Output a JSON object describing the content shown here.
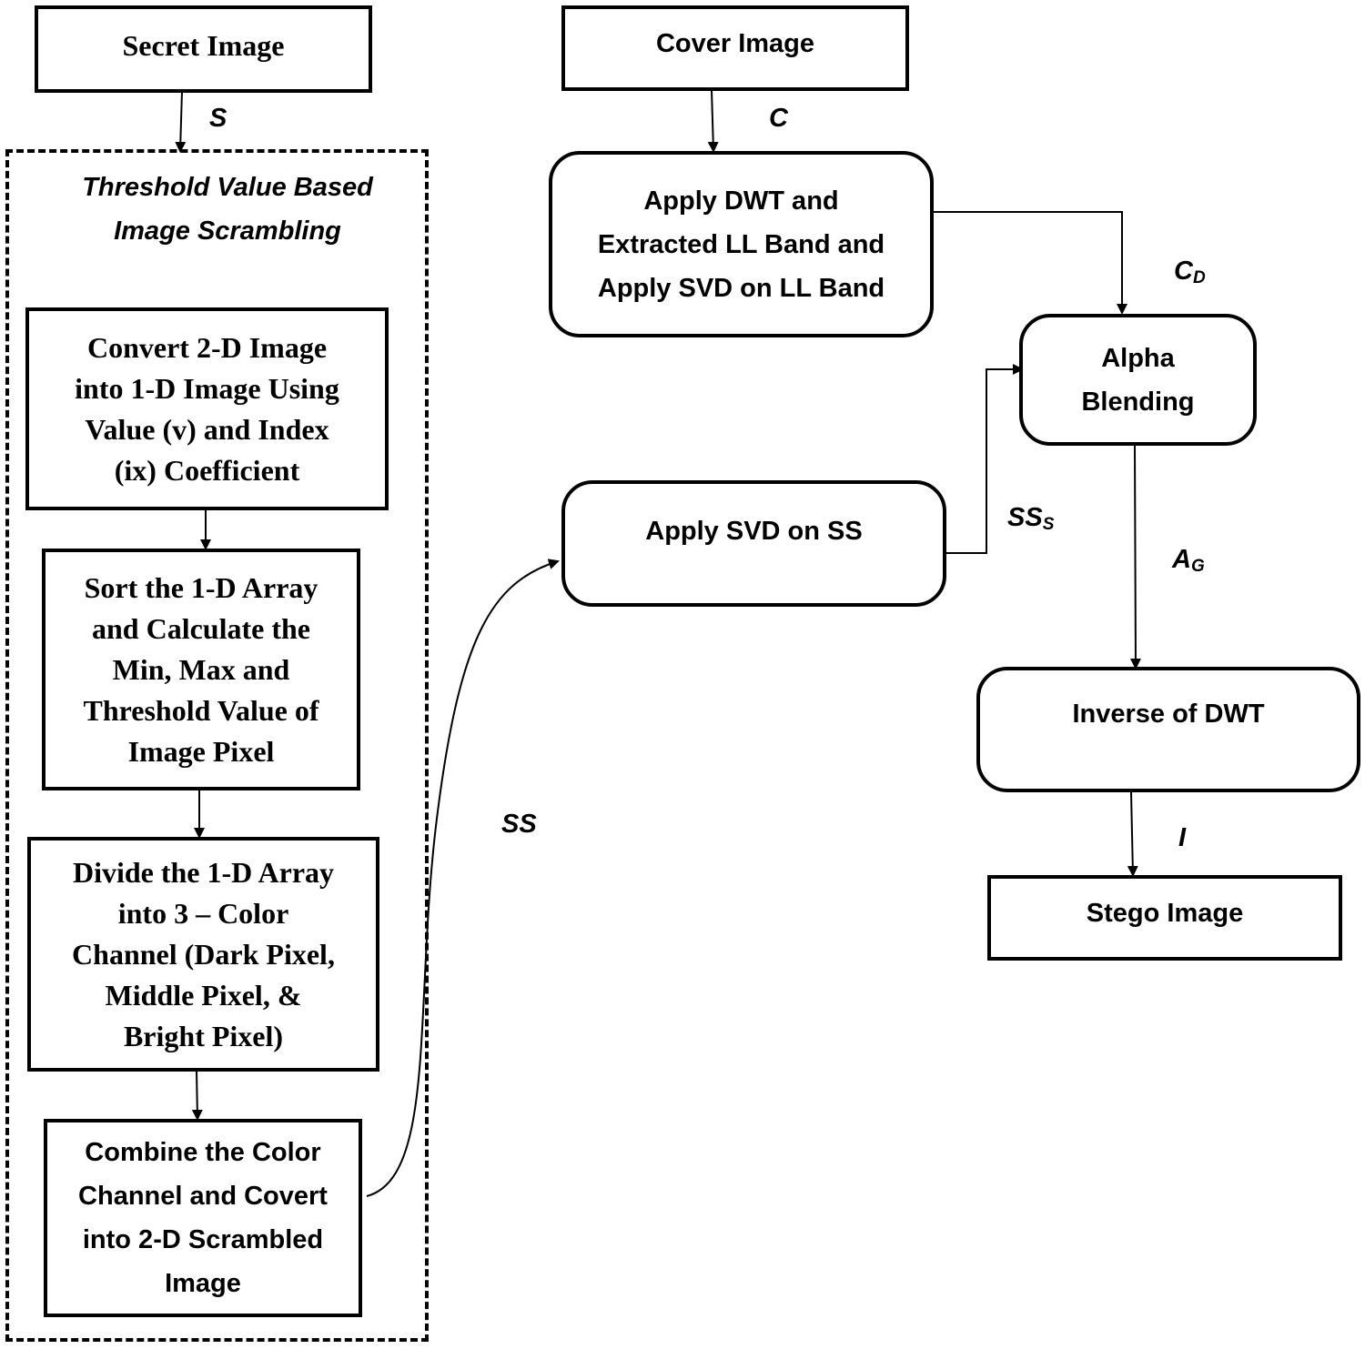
{
  "nodes": {
    "secret_image": "Secret Image",
    "cover_image": "Cover Image",
    "group_title_1": "Threshold Value Based",
    "group_title_2": "Image Scrambling",
    "convert": [
      "Convert 2-D Image",
      "into 1-D Image Using",
      "Value (v) and Index",
      "(ix) Coefficient"
    ],
    "sort": [
      "Sort the 1-D Array",
      "and Calculate the",
      "Min, Max and",
      "Threshold Value of",
      "Image Pixel"
    ],
    "divide": [
      "Divide the 1-D Array",
      "into 3 – Color",
      "Channel (Dark Pixel,",
      "Middle Pixel, &",
      "Bright Pixel)"
    ],
    "combine": [
      "Combine the Color",
      "Channel and Covert",
      "into 2-D Scrambled",
      "Image"
    ],
    "apply_dwt": [
      "Apply DWT and",
      "Extracted LL Band and",
      "Apply SVD on LL Band"
    ],
    "alpha": [
      "Alpha",
      "Blending"
    ],
    "apply_svd_ss": "Apply SVD on SS",
    "inverse_dwt": "Inverse of DWT",
    "stego_image": "Stego Image"
  },
  "edge_labels": {
    "s": "S",
    "c": "C",
    "cd_main": "C",
    "cd_sub": "D",
    "ss": "SS",
    "sss_main": "SS",
    "sss_sub": "S",
    "ag_main": "A",
    "ag_sub": "G",
    "i": "I"
  }
}
